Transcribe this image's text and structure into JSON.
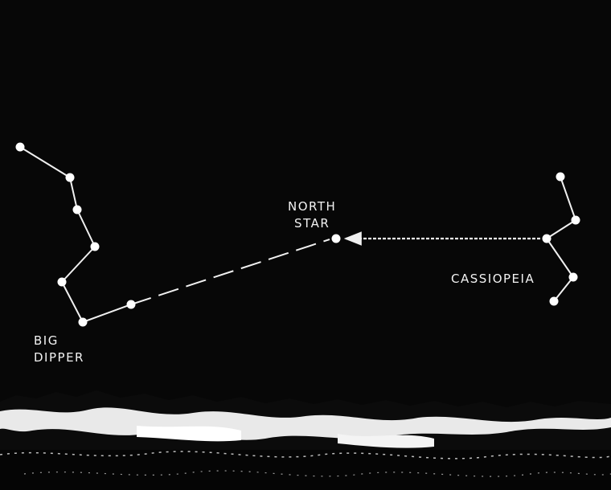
{
  "labels": {
    "big_dipper_line1": "BIG",
    "big_dipper_line2": "DIPPER",
    "north_star_line1": "NORTH",
    "north_star_line2": "STAR",
    "cassiopeia": "CASSIOPEIA"
  },
  "colors": {
    "sky": "#070707",
    "stars": "#ffffff",
    "lines": "#f0f0f0",
    "horizon": "#ffffff"
  },
  "constellations": {
    "big_dipper": {
      "star_count": 7
    },
    "cassiopeia": {
      "star_count": 5
    },
    "north_star": {
      "star_count": 1
    }
  },
  "pointers": [
    {
      "from": "big_dipper",
      "to": "north_star",
      "style": "dashed"
    },
    {
      "from": "cassiopeia",
      "to": "north_star",
      "style": "dotted-arrow"
    }
  ]
}
